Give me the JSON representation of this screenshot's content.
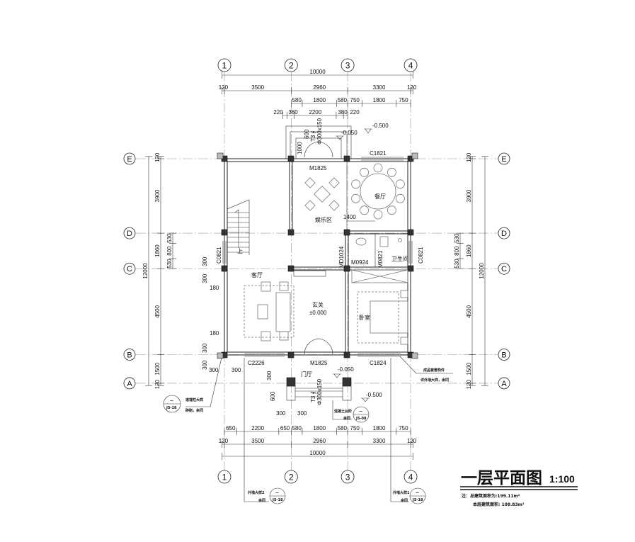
{
  "title": {
    "main": "一层平面图",
    "scale": "1:100"
  },
  "notes": {
    "total": "注：总建筑面积为:199.11m²",
    "floor": "本层建筑面积: 108.83m²"
  },
  "axes": {
    "vertical": [
      "1",
      "2",
      "3",
      "4"
    ],
    "horizontal": [
      "E",
      "D",
      "C",
      "B",
      "A"
    ]
  },
  "dims": {
    "top": [
      [
        10000
      ],
      [
        120,
        3500,
        2960,
        3300,
        120
      ],
      [
        580,
        1800,
        580,
        750,
        1800,
        750
      ],
      [
        220,
        380,
        2200,
        380,
        220
      ]
    ],
    "bottom": [
      [
        650,
        2200,
        650,
        580,
        1800,
        580,
        750,
        1800,
        750
      ],
      [
        120,
        3500,
        2960,
        3300,
        120
      ],
      [
        10000
      ]
    ],
    "left": [
      [
        12000
      ],
      [
        120,
        3900,
        1860,
        4500,
        1500,
        120
      ],
      [
        530,
        800,
        530
      ]
    ],
    "right": [
      [
        530,
        800,
        530
      ],
      [
        120,
        3900,
        1860,
        4500,
        1500,
        120
      ],
      [
        12000
      ]
    ],
    "small": {
      "d300": "300",
      "d180": "180",
      "d600": "600",
      "d1000": "1000",
      "d1400": "1400"
    }
  },
  "rooms": {
    "entertainment": "娱乐区",
    "dining": "餐厅",
    "living": "客厅",
    "foyer": "玄关",
    "foyer_level": "±0.000",
    "bedroom": "卧室",
    "bathroom": "卫生间",
    "entry_hall": "门厅",
    "stair_up": "上"
  },
  "openings": {
    "m1825_top": "M1825",
    "c1821": "C1821",
    "c0821": "C0821",
    "md1024": "MD1024",
    "m0924": "M0924",
    "m0821": "M0821",
    "c2226": "C2226",
    "m1825_bottom": "M1825",
    "c1824": "C1824"
  },
  "levels": {
    "top_porch": "-0.050",
    "top_outside": "-0.500",
    "bottom_porch": "-0.050",
    "bottom_outside": "-0.500"
  },
  "steps": {
    "spec": "T3 ∮",
    "bar": "Φ300x150"
  },
  "callouts": [
    {
      "line1": "道埋柱大样",
      "line2": "砖砌，余同",
      "top": "—",
      "ref": "JS-18"
    },
    {
      "line1": "混凝土台阶",
      "line2": "余同",
      "top": "—",
      "ref": "JS-08"
    },
    {
      "line1": "外墙大样2",
      "line2": "余同",
      "top": "—",
      "ref": "JS-18"
    },
    {
      "line1": "外墙大样1",
      "line2": "余同",
      "top": "—",
      "ref": "JS-18"
    },
    {
      "line1": "成品窗套构件",
      "line2": "详外墙大样，余同"
    }
  ]
}
